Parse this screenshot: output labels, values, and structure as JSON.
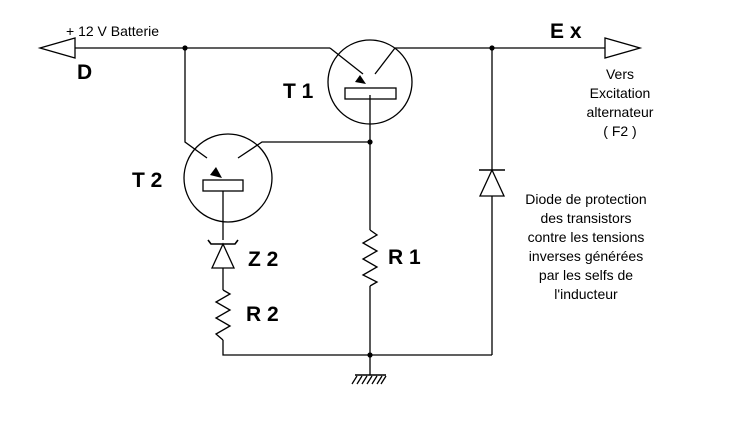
{
  "labels": {
    "battery": "+ 12 V Batterie",
    "terminal_d": "D",
    "terminal_ex": "E x",
    "output_note": [
      "Vers",
      "Excitation",
      "alternateur",
      "( F2 )"
    ],
    "t1": "T 1",
    "t2": "T 2",
    "z2": "Z 2",
    "r1": "R 1",
    "r2": "R 2",
    "diode_note": [
      "Diode de protection",
      "des transistors",
      "contre les tensions",
      "inverses générées",
      "par les selfs de",
      "l'inducteur"
    ]
  }
}
